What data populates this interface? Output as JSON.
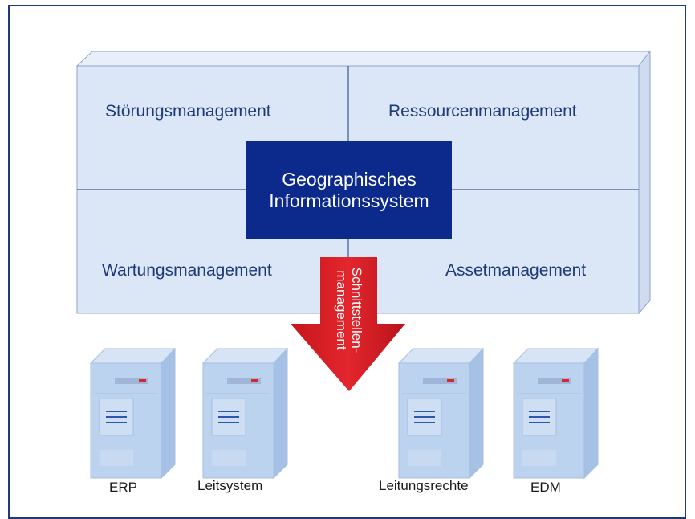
{
  "quadrants": {
    "top_left": "Störungsmanagement",
    "top_right": "Ressourcenmanagement",
    "bottom_left": "Wartungsmanagement",
    "bottom_right": "Assetmanagement"
  },
  "center": {
    "line1": "Geographisches",
    "line2": "Informationssystem"
  },
  "arrow": {
    "line1": "Schnittstellen-",
    "line2": "management"
  },
  "servers": [
    "ERP",
    "Leitsystem",
    "Leitungsrechte",
    "EDM"
  ],
  "colors": {
    "panel": "#dbe6f6",
    "panel_stroke": "#8ea3cf",
    "center_box": "#0b2a8c",
    "arrow": "#d11f26",
    "server_front": "#bcd3ef",
    "server_side": "#a6c1e6",
    "server_top": "#d6e4f6",
    "text": "#1f3a7a"
  },
  "icons": [
    "server-icon",
    "arrow-down-icon"
  ]
}
